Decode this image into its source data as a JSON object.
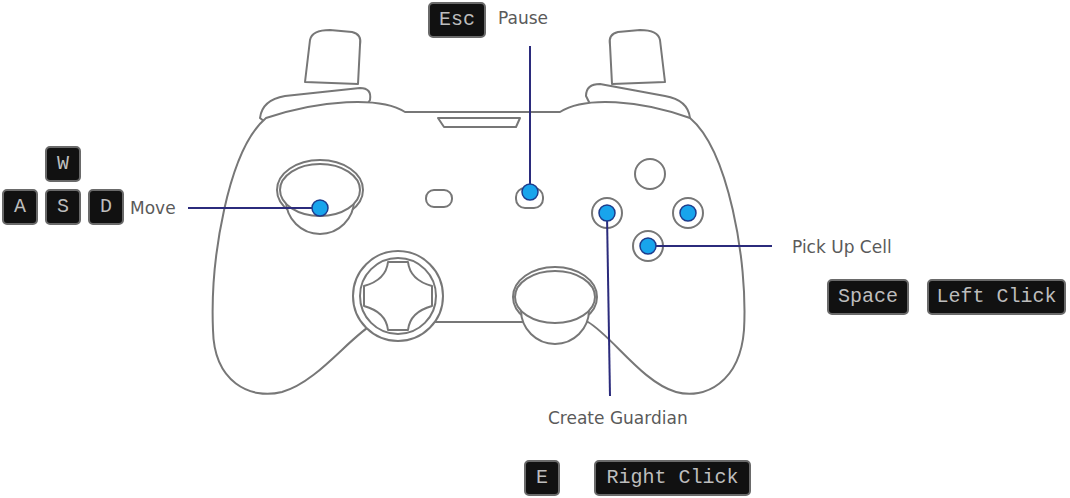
{
  "diagram": {
    "nodes": [
      {
        "text": [
          "Esc"
        ]
      },
      {
        "text": [
          "W"
        ]
      },
      {
        "text": [
          "A"
        ]
      },
      {
        "text": [
          "S"
        ]
      },
      {
        "text": [
          "D"
        ]
      },
      {
        "text": [
          "Space"
        ]
      },
      {
        "text": [
          "Left Click"
        ]
      },
      {
        "text": [
          "E"
        ]
      },
      {
        "text": [
          "Right Click"
        ]
      }
    ],
    "labels": [
      "Pause",
      "Move",
      "Pick Up Cell",
      "Create Guardian"
    ]
  }
}
